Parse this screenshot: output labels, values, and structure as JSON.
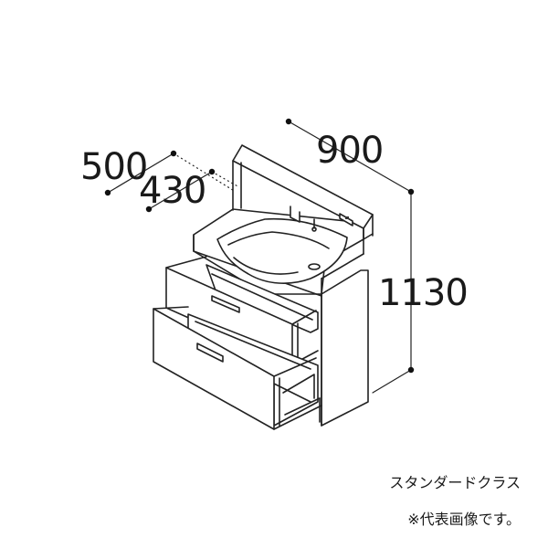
{
  "dimensions": {
    "depth_outer": "500",
    "depth_inner": "430",
    "width": "900",
    "height": "1130"
  },
  "captions": {
    "grade": "スタンダードクラス",
    "note": "※代表画像です。"
  }
}
